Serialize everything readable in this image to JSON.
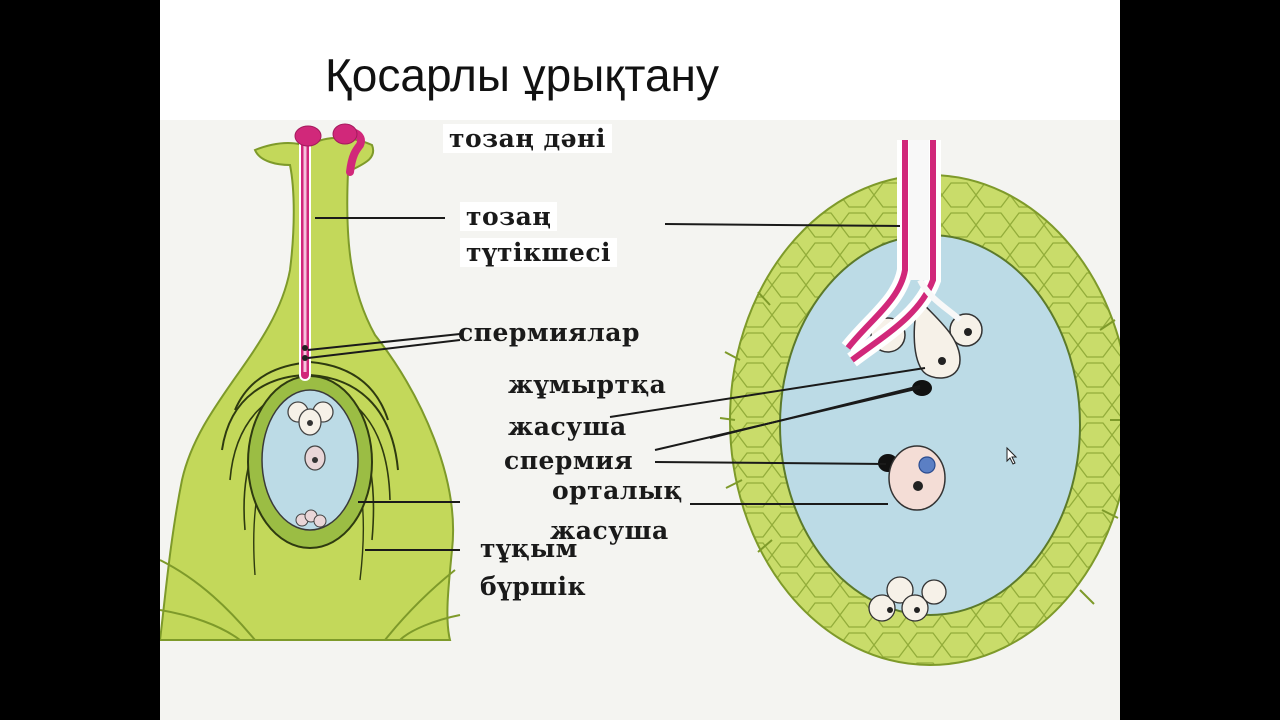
{
  "slide": {
    "title": "Қосарлы ұрықтану"
  },
  "labels": {
    "pollen_grain": "тозаң дәні",
    "pollen_tube_1": "тозаң",
    "pollen_tube_2": "түтікшесі",
    "sperms": "спермиялар",
    "egg_cell_1": "жұмыртқа",
    "egg_cell_2": "жасуша",
    "sperm": "спермия",
    "central_cell_1": "орталық",
    "central_cell_2": "жасуша",
    "ovule_1": "тұқым",
    "ovule_2": "бүршік"
  },
  "colors": {
    "tissue_green": "#c3d85a",
    "tissue_dark": "#a9c44a",
    "pollen_tube": "#d1287a",
    "embryo_sac": "#bcdbe6",
    "background": "#f4f4f1"
  }
}
